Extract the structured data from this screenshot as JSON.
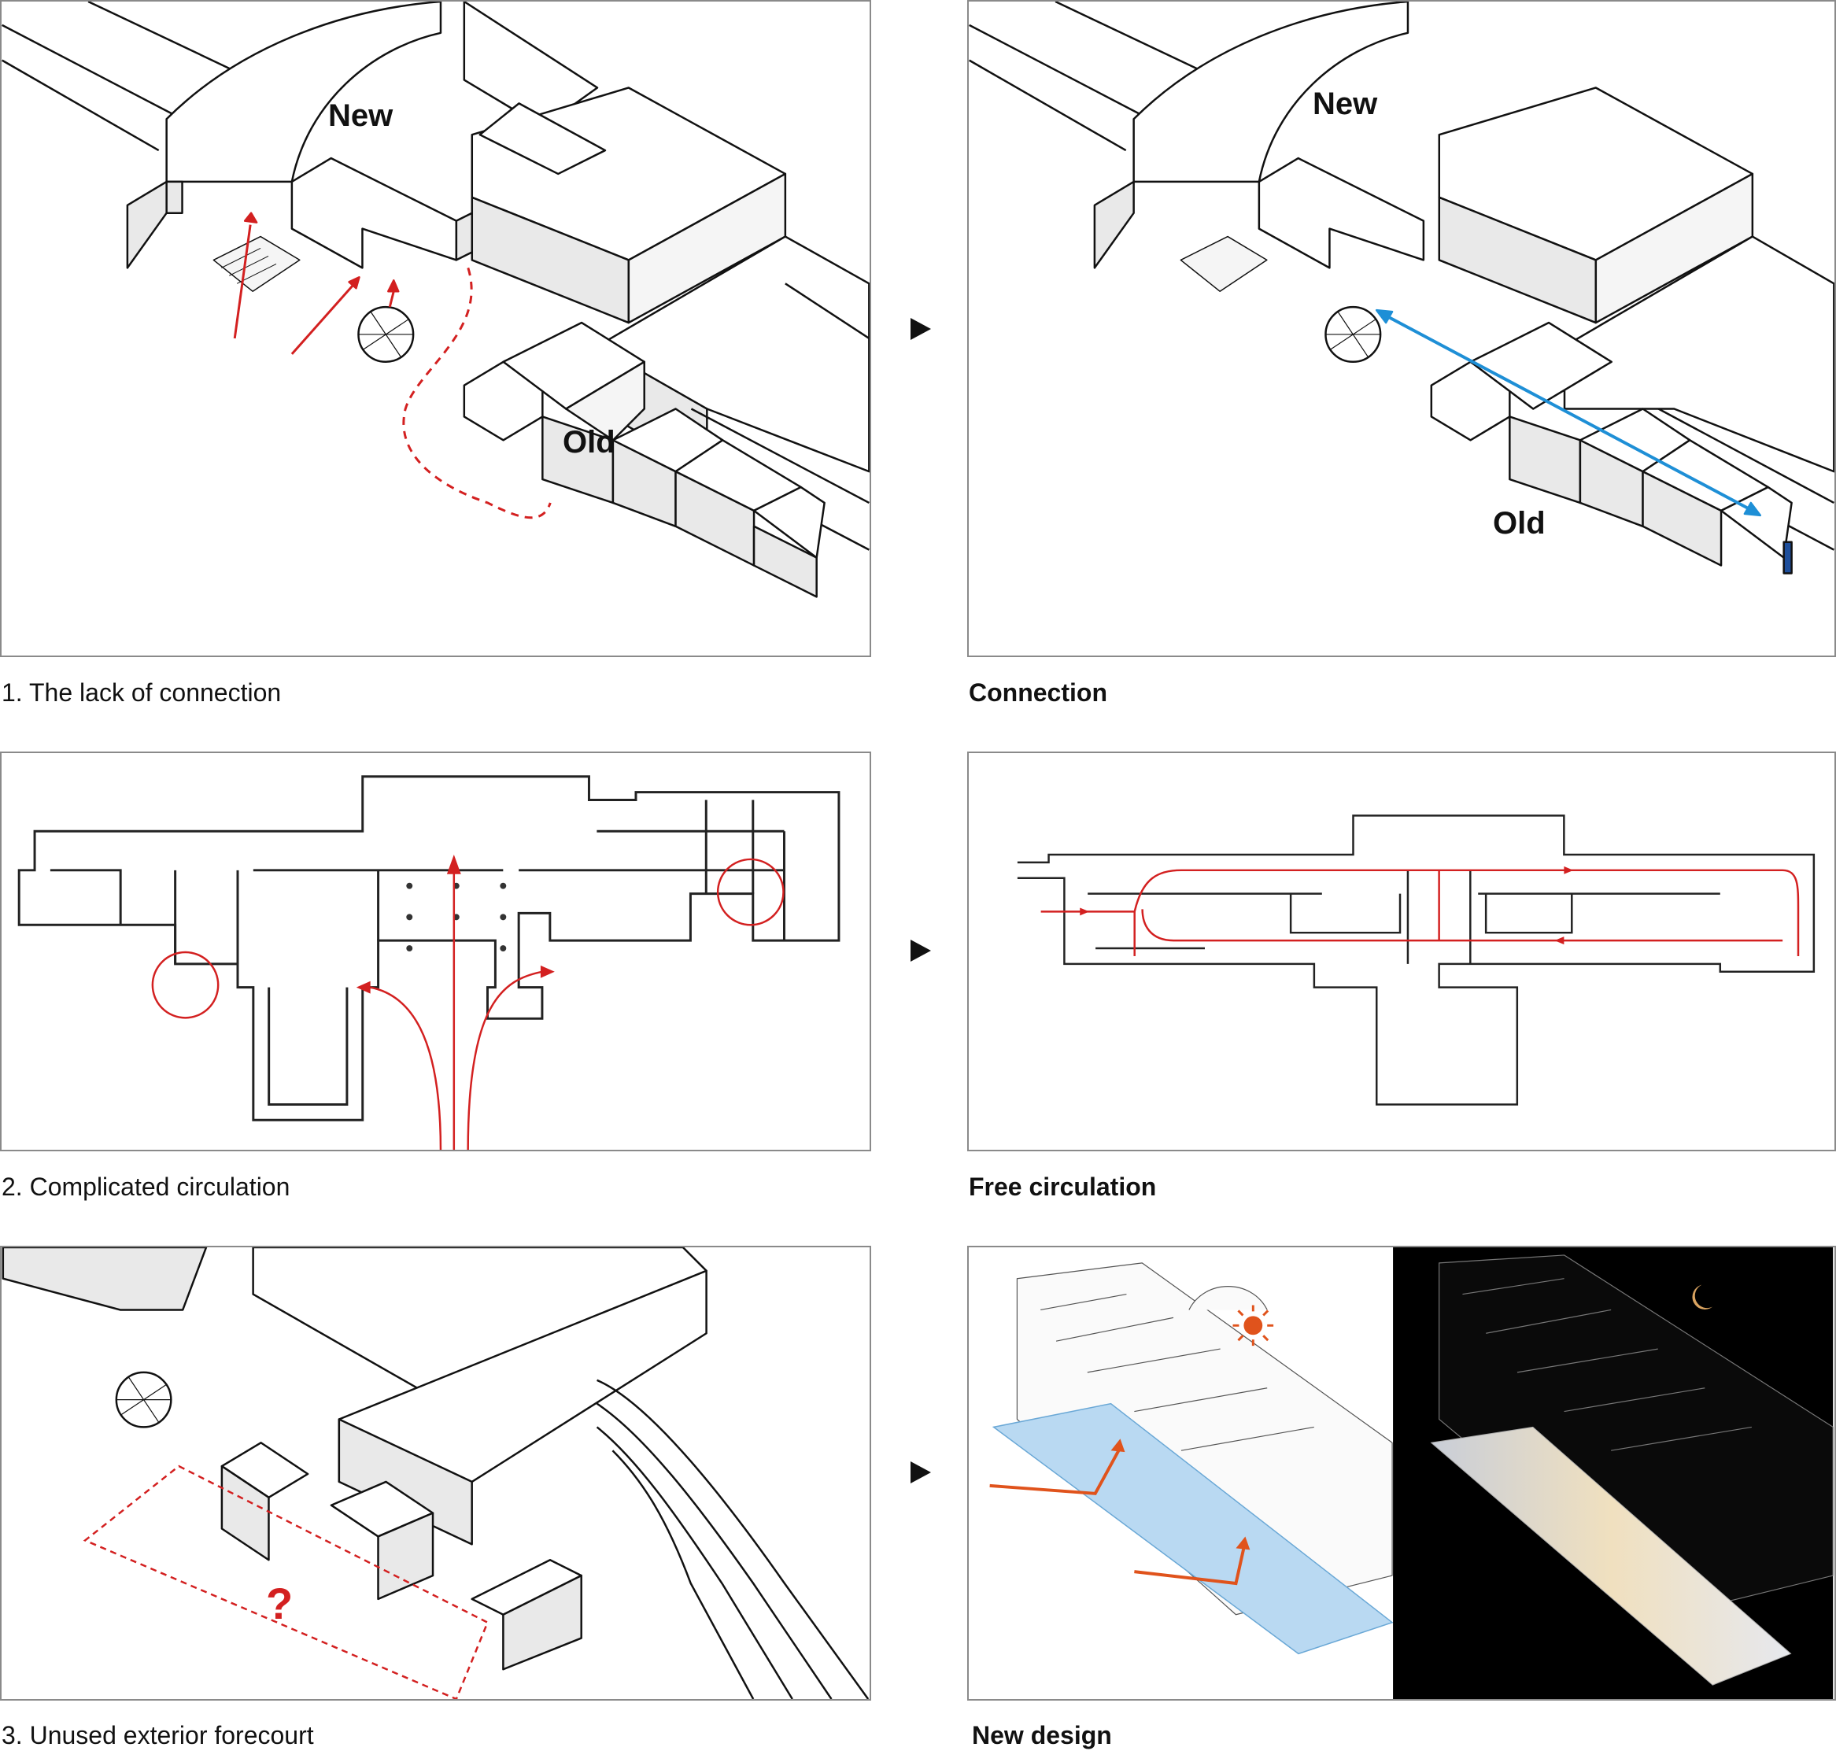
{
  "panels": {
    "p1": {
      "caption": "1. The lack of connection",
      "label_new": "New",
      "label_old": "Old"
    },
    "p2": {
      "caption": "Connection",
      "label_new": "New",
      "label_old": "Old"
    },
    "p3": {
      "caption": "2. Complicated circulation"
    },
    "p4": {
      "caption": "Free circulation"
    },
    "p5": {
      "caption": "3. Unused exterior forecourt",
      "question_mark": "?"
    },
    "p6": {
      "caption": "New design"
    }
  },
  "colors": {
    "red": "#d32020",
    "blue": "#1e8fd6",
    "orange": "#e0531c",
    "pale_blue": "#b9d9f2",
    "night": "#000000",
    "moon": "#d9a360",
    "block_fill": "#e9e9e9",
    "border": "#8a8a8a"
  },
  "icons": [
    "transition-arrow-icon",
    "sun-icon",
    "moon-icon"
  ]
}
